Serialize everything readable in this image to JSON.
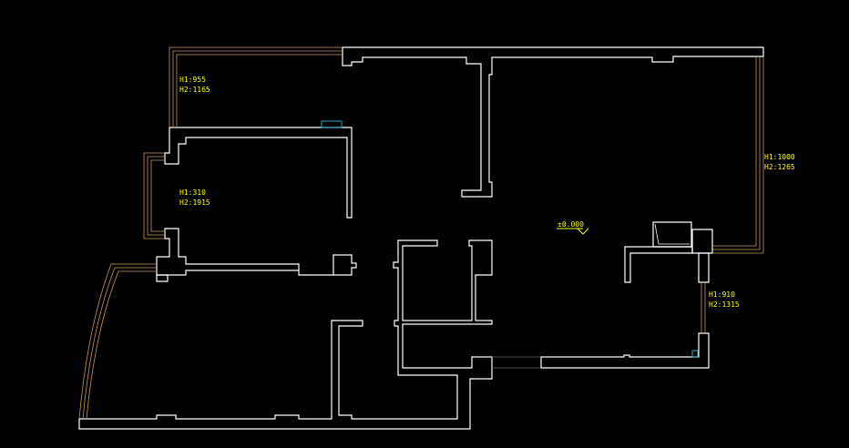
{
  "colors": {
    "background": "#000000",
    "wall": "#ffffff",
    "window": "#c8965a",
    "annotation": "#ffff00",
    "level_marker": "#ffff00",
    "highlight": "#22aacc"
  },
  "annotations": [
    {
      "id": "window-top-left",
      "h1": "H1:955",
      "h2": "H2:1165"
    },
    {
      "id": "window-mid-left",
      "h1": "H1:310",
      "h2": "H2:1915"
    },
    {
      "id": "window-right-upper",
      "h1": "H1:1000",
      "h2": "H2:1265"
    },
    {
      "id": "window-right-lower",
      "h1": "H1:910",
      "h2": "H2:1315"
    }
  ],
  "level_marker": {
    "text": "±0.000"
  }
}
